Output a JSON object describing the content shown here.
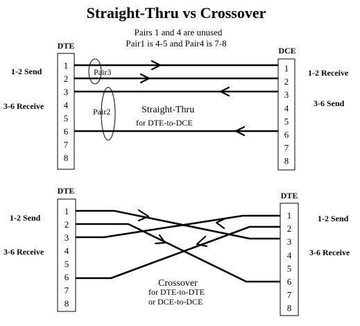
{
  "title": "Straight-Thru vs Crossover",
  "notes": {
    "line1": "Pairs 1 and 4 are unused",
    "line2": "Pair1 is 4-5 and Pair4 is 7-8"
  },
  "pins": [
    "1",
    "2",
    "3",
    "4",
    "5",
    "6",
    "7",
    "8"
  ],
  "straight": {
    "left_device": "DTE",
    "right_device": "DCE",
    "left_send": "1-2 Send",
    "left_receive": "3-6 Receive",
    "right_receive": "1-2 Receive",
    "right_send": "3-6 Send",
    "pair3_label": "Pair3",
    "pair2_label": "Pair2",
    "caption": "Straight-Thru",
    "caption_sub": "for DTE-to-DCE"
  },
  "crossover": {
    "left_device": "DTE",
    "right_device": "DTE",
    "left_send": "1-2 Send",
    "left_receive": "3-6 Receive",
    "right_send": "1-2 Send",
    "right_receive": "3-6 Receive",
    "caption": "Crossover",
    "caption_sub1": "for DTE-to-DTE",
    "caption_sub2": "or DCE-to-DCE"
  }
}
